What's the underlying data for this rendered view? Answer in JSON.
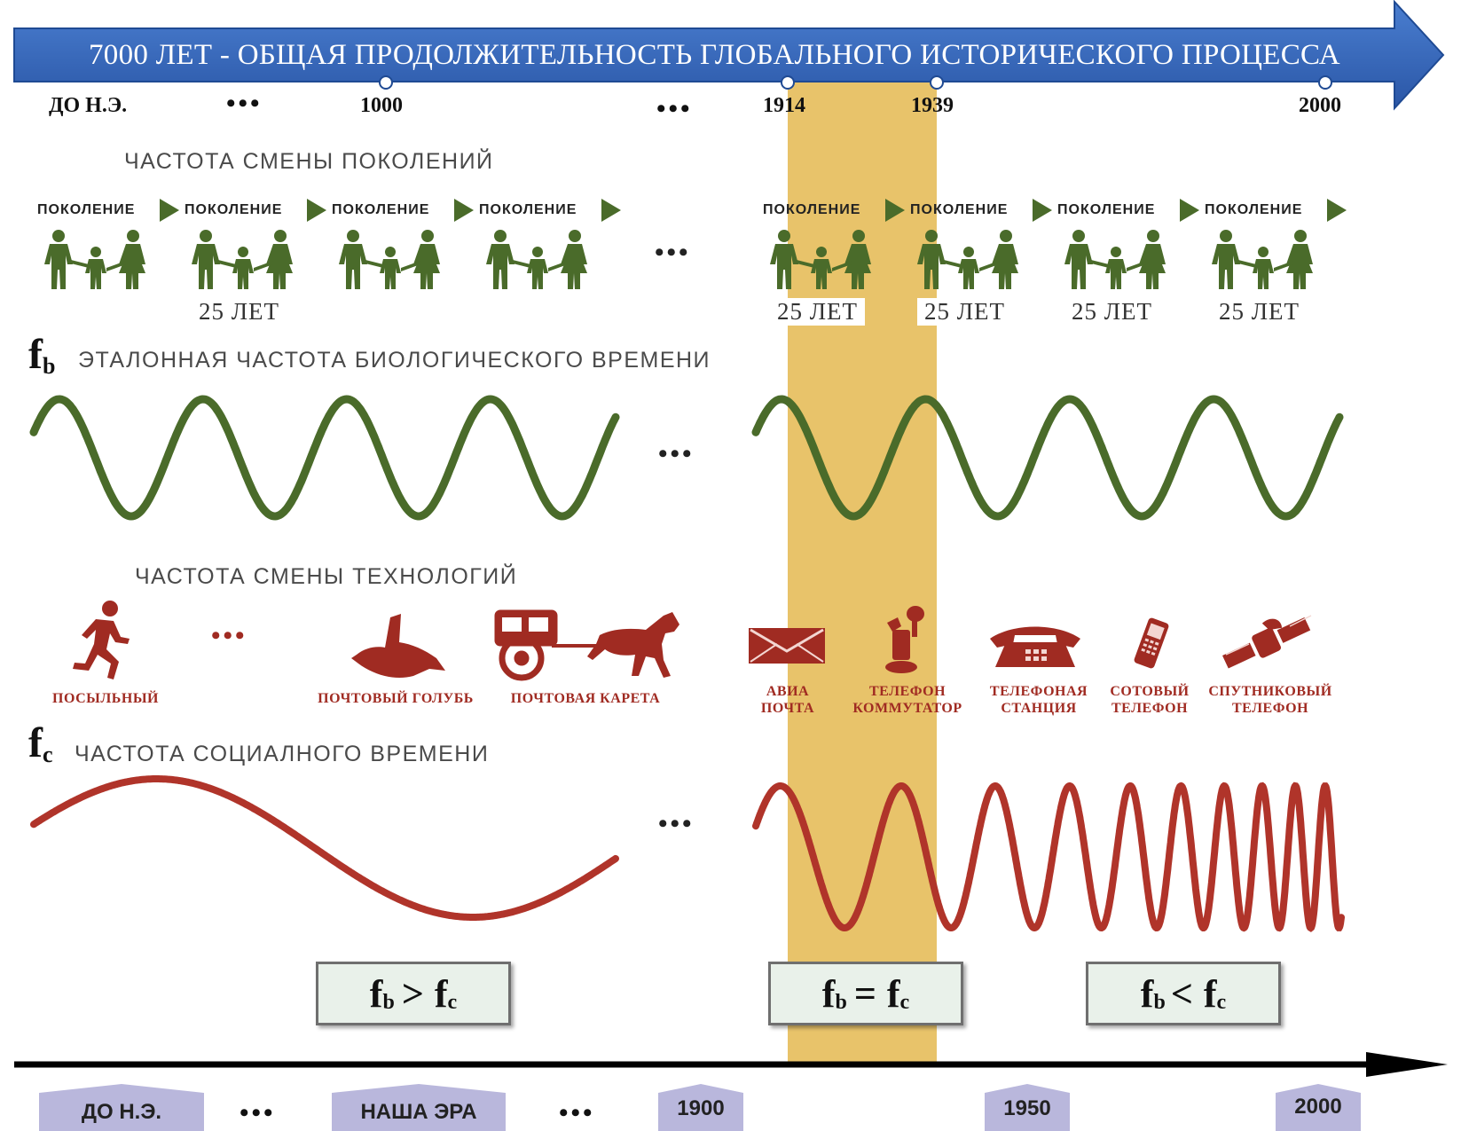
{
  "header_arrow": {
    "title": "7000 ЛЕТ - ОБЩАЯ ПРОДОЛЖИТЕЛЬНОСТЬ ГЛОБАЛЬНОГО ИСТОРИЧЕСКОГО ПРОЦЕССА",
    "color": "#2f62b3"
  },
  "top_timeline": {
    "start_label": "ДО Н.Э.",
    "dots": "•••",
    "years": [
      "1000",
      "1914",
      "1939",
      "2000"
    ]
  },
  "highlight_color": "#e8c36a",
  "generations": {
    "title": "ЧАСТОТА СМЕНЫ ПОКОЛЕНИЙ",
    "item_label": "ПОКОЛЕНИЕ",
    "duration_label": "25 ЛЕТ",
    "color": "#4a6b2a",
    "dots": "•••"
  },
  "bio_frequency": {
    "symbol": "f",
    "subscript": "b",
    "title": "ЭТАЛОННАЯ ЧАСТОТА БИОЛОГИЧЕСКОГО ВРЕМЕНИ",
    "wave_color": "#4a6b2a",
    "dots": "•••"
  },
  "technologies": {
    "title": "ЧАСТОТА СМЕНЫ ТЕХНОЛОГИЙ",
    "color": "#a02b22",
    "dots": "•••",
    "items": [
      {
        "label_line1": "ПОСЫЛЬНЫЙ",
        "label_line2": "",
        "icon": "runner-icon"
      },
      {
        "label_line1": "ПОЧТОВЫЙ ГОЛУБЬ",
        "label_line2": "",
        "icon": "pigeon-icon"
      },
      {
        "label_line1": "ПОЧТОВАЯ КАРЕТА",
        "label_line2": "",
        "icon": "carriage-icon"
      },
      {
        "label_line1": "АВИА",
        "label_line2": "ПОЧТА",
        "icon": "envelope-icon"
      },
      {
        "label_line1": "ТЕЛЕФОН",
        "label_line2": "КОММУТАТОР",
        "icon": "switchboard-phone-icon"
      },
      {
        "label_line1": "ТЕЛЕФОНАЯ",
        "label_line2": "СТАНЦИЯ",
        "icon": "desk-phone-icon"
      },
      {
        "label_line1": "СОТОВЫЙ",
        "label_line2": "ТЕЛЕФОН",
        "icon": "cell-phone-icon"
      },
      {
        "label_line1": "СПУТНИКОВЫЙ",
        "label_line2": "ТЕЛЕФОН",
        "icon": "satellite-icon"
      }
    ]
  },
  "social_frequency": {
    "symbol": "f",
    "subscript": "c",
    "title": "ЧАСТОТА СОЦИАЛНОГО ВРЕМЕНИ",
    "wave_color": "#b0342a",
    "dots": "•••"
  },
  "comparisons": [
    {
      "left": "f",
      "left_sub": "b",
      "op": ">",
      "right": "f",
      "right_sub": "c"
    },
    {
      "left": "f",
      "left_sub": "b",
      "op": "=",
      "right": "f",
      "right_sub": "c"
    },
    {
      "left": "f",
      "left_sub": "b",
      "op": "<",
      "right": "f",
      "right_sub": "c"
    }
  ],
  "bottom_timeline": {
    "labels": [
      "ДО Н.Э.",
      "НАША ЭРА",
      "1900",
      "1950",
      "2000"
    ],
    "dots": "•••",
    "pill_color": "#b9b7dc"
  }
}
